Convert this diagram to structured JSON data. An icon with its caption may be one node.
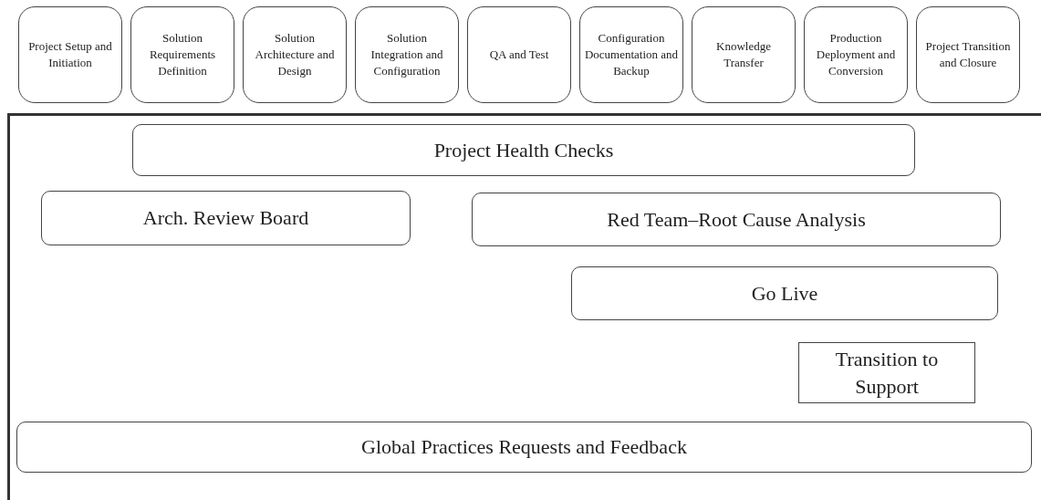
{
  "diagram": {
    "nodes": [
      {
        "text": [
          "Project Setup and Initiation"
        ]
      },
      {
        "text": [
          "Solution Requirements Definition"
        ]
      },
      {
        "text": [
          "Solution Architecture and Design"
        ]
      },
      {
        "text": [
          "Solution Integration and Configuration"
        ]
      },
      {
        "text": [
          "QA and Test"
        ]
      },
      {
        "text": [
          "Configuration Documentation and Backup"
        ]
      },
      {
        "text": [
          "Knowledge Transfer"
        ]
      },
      {
        "text": [
          "Production Deployment and Conversion"
        ]
      },
      {
        "text": [
          "Project Transition and Closure"
        ]
      },
      {
        "text": [
          "Project Health Checks"
        ]
      },
      {
        "text": [
          "Arch. Review Board"
        ]
      },
      {
        "text": [
          "Red Team–Root Cause Analysis"
        ]
      },
      {
        "text": [
          "Go Live"
        ]
      },
      {
        "text": [
          "Transition to Support"
        ]
      },
      {
        "text": [
          "Global Practices Requests and Feedback"
        ]
      }
    ]
  }
}
